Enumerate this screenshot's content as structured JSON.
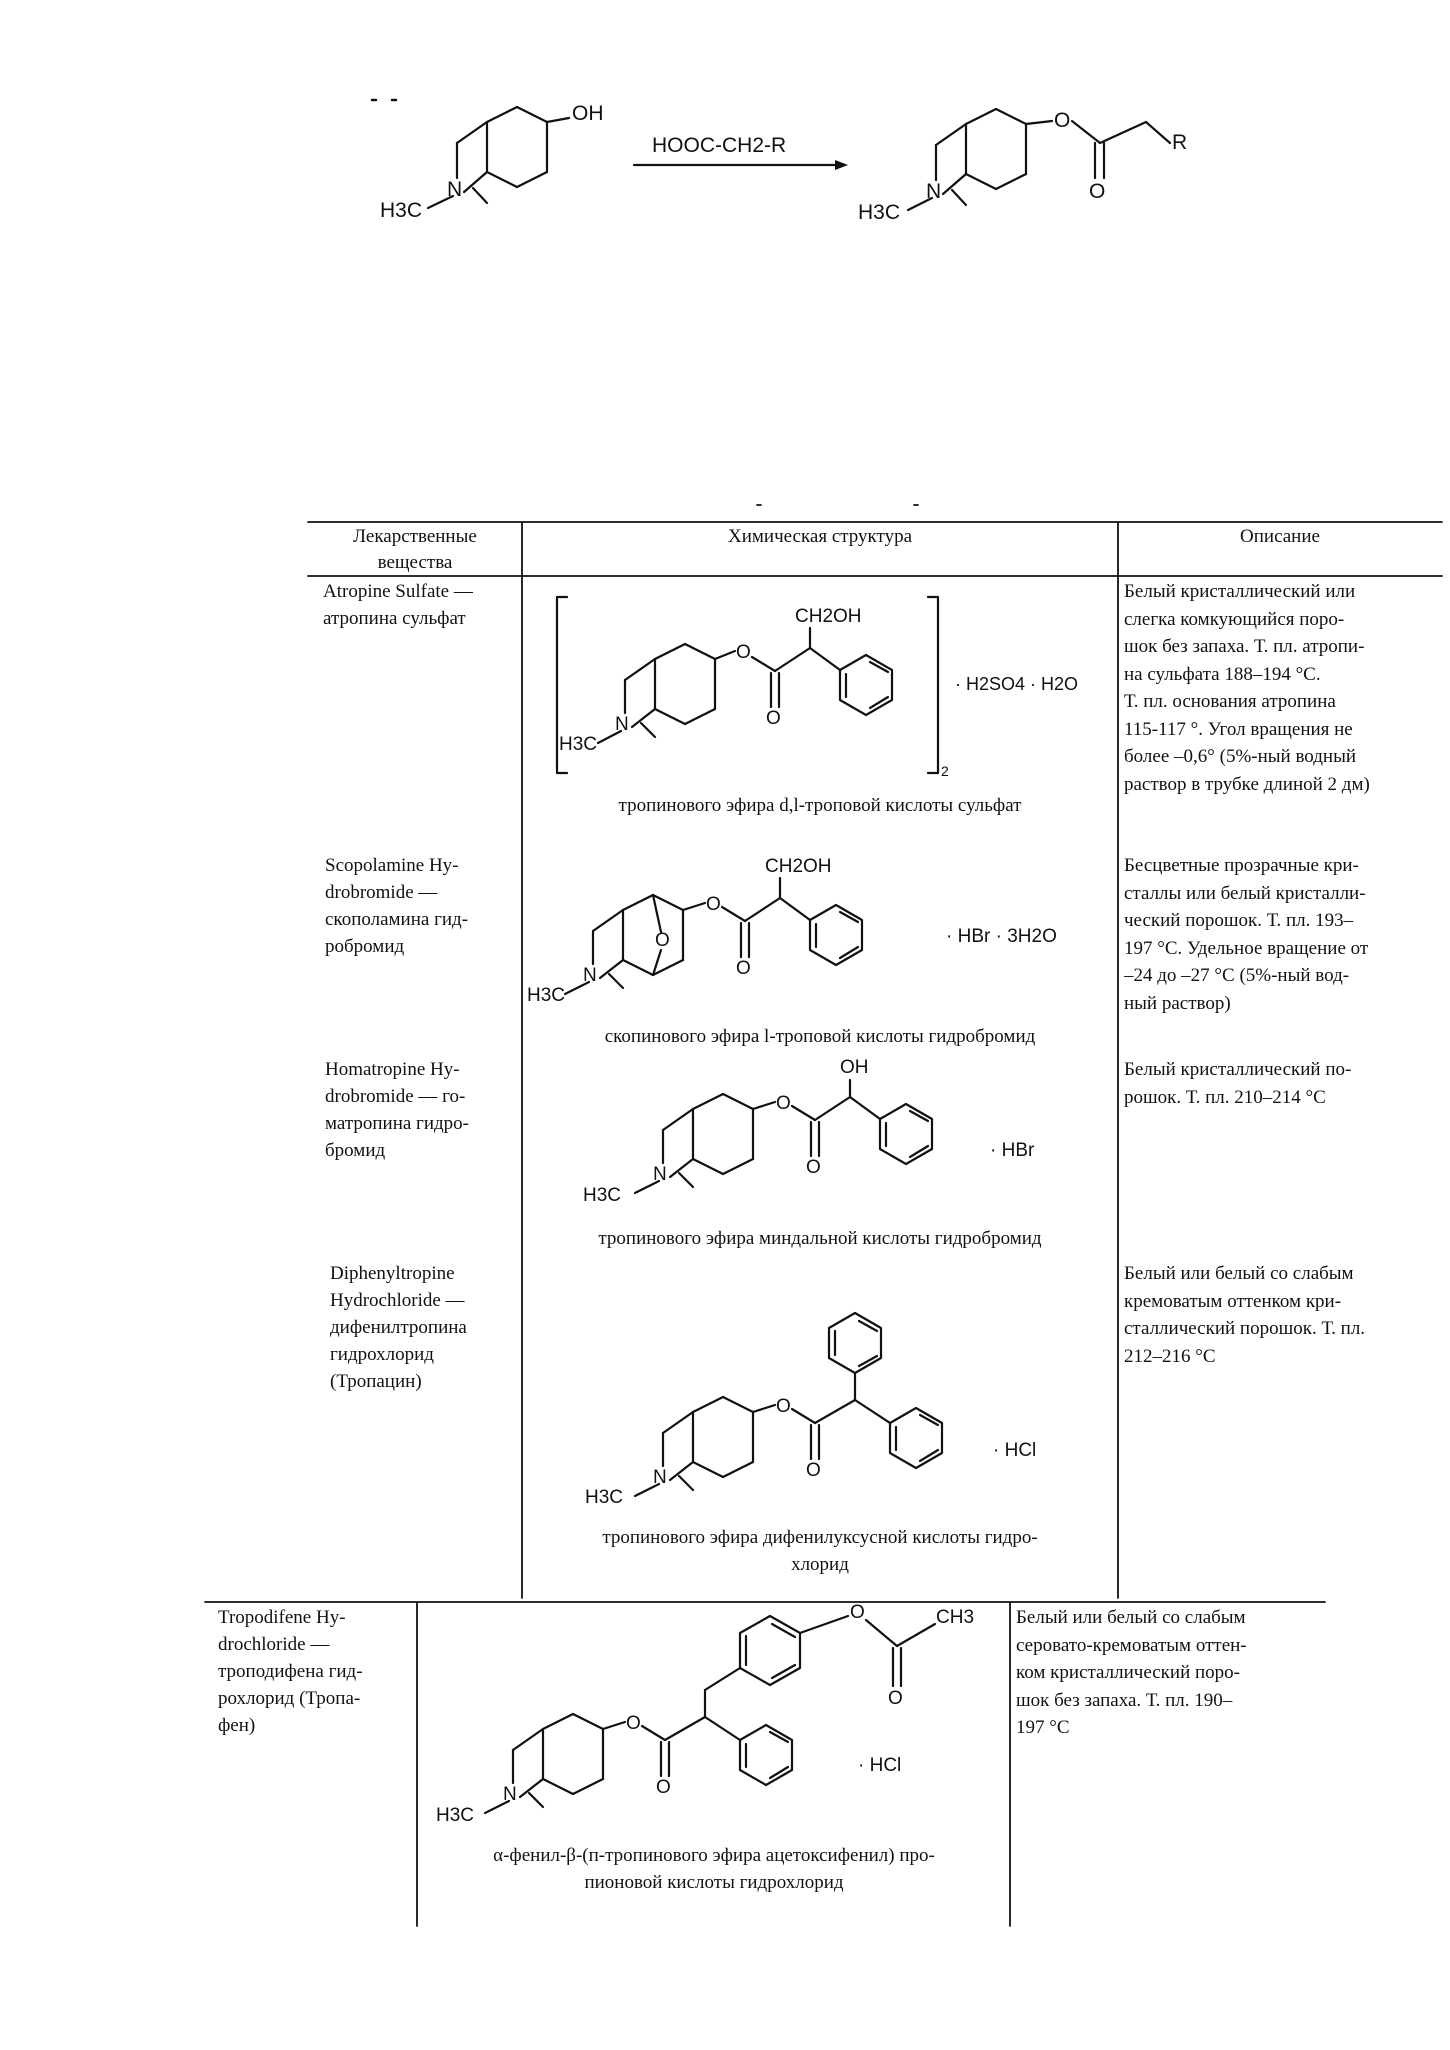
{
  "reaction": {
    "reactant_oh": "OH",
    "reactant_n": "N",
    "reactant_h3c": "H3C",
    "reagent": "HOOC-CH2-R",
    "product_o": "O",
    "product_r": "R",
    "product_carbonyl_o": "O",
    "product_n": "N",
    "product_h3c": "H3C"
  },
  "table": {
    "headers": {
      "drugs": "Лекарственные вещества",
      "structure": "Химическая структура",
      "description": "Описание"
    },
    "rows": [
      {
        "name_lines": [
          "Atropine Sulfate —",
          "атропина сульфат"
        ],
        "structure_labels": [
          "CH2OH",
          "O",
          "O",
          "N",
          "H3C",
          "· H2SO4 · H2O",
          "2"
        ],
        "caption_lines": [
          "тропинового эфира d,l-троповой кислоты сульфат"
        ],
        "description_lines": [
          "Белый кристаллический или",
          "слегка комкующийся поро-",
          "шок без запаха. Т. пл. атропи-",
          "на сульфата 188–194 °С.",
          "Т. пл. основания атропина",
          "115-117 °. Угол вращения не",
          "более –0,6° (5%-ный водный",
          "раствор в трубке длиной 2 дм)"
        ]
      },
      {
        "name_lines": [
          "Scopolamine Hy-",
          "drobromide —",
          "скополамина гид-",
          "робромид"
        ],
        "structure_labels": [
          "CH2OH",
          "O",
          "O",
          "O",
          "N",
          "H3C",
          "· HBr · 3H2O"
        ],
        "caption_lines": [
          "скопинового эфира l-троповой кислоты гидробромид"
        ],
        "description_lines": [
          "Бесцветные прозрачные кри-",
          "сталлы или белый кристалли-",
          "ческий порошок. Т. пл. 193–",
          "197 °С. Удельное вращение от",
          "–24 до –27 °С (5%-ный вод-",
          "ный раствор)"
        ]
      },
      {
        "name_lines": [
          "Homatropine Hy-",
          "drobromide — го-",
          "матропина гидро-",
          "бромид"
        ],
        "structure_labels": [
          "OH",
          "O",
          "O",
          "N",
          "H3C",
          "· HBr"
        ],
        "caption_lines": [
          "тропинового эфира миндальной кислоты гидробромид"
        ],
        "description_lines": [
          "Белый кристаллический по-",
          "рошок. Т. пл. 210–214 °С"
        ]
      },
      {
        "name_lines": [
          "Diphenyltropine",
          "Hydrochloride —",
          "дифенилтропина",
          "гидрохлорид",
          "(Тропацин)"
        ],
        "structure_labels": [
          "O",
          "O",
          "N",
          "H3C",
          "· HCl"
        ],
        "caption_lines": [
          "тропинового эфира дифенилуксусной кислоты гидро-",
          "хлорид"
        ],
        "description_lines": [
          "Белый или белый со слабым",
          "кремоватым оттенком кри-",
          "сталлический порошок. Т. пл.",
          "212–216 °С"
        ]
      },
      {
        "name_lines": [
          "Tropodifene Hy-",
          "drochloride —",
          "троподифена гид-",
          "рохлорид (Тропа-",
          "фен)"
        ],
        "structure_labels": [
          "O",
          "CH3",
          "O",
          "O",
          "O",
          "N",
          "H3C",
          "· HCl"
        ],
        "caption_lines": [
          "α-фенил-β-(п-тропинового эфира ацетоксифенил) про-",
          "пионовой кислоты гидрохлорид"
        ],
        "description_lines": [
          "Белый или белый со слабым",
          "серовато-кремоватым оттен-",
          "ком кристаллический поро-",
          "шок без запаха. Т. пл. 190–",
          "197 °С"
        ]
      }
    ]
  },
  "colors": {
    "ink": "#111111",
    "paper": "#ffffff"
  }
}
